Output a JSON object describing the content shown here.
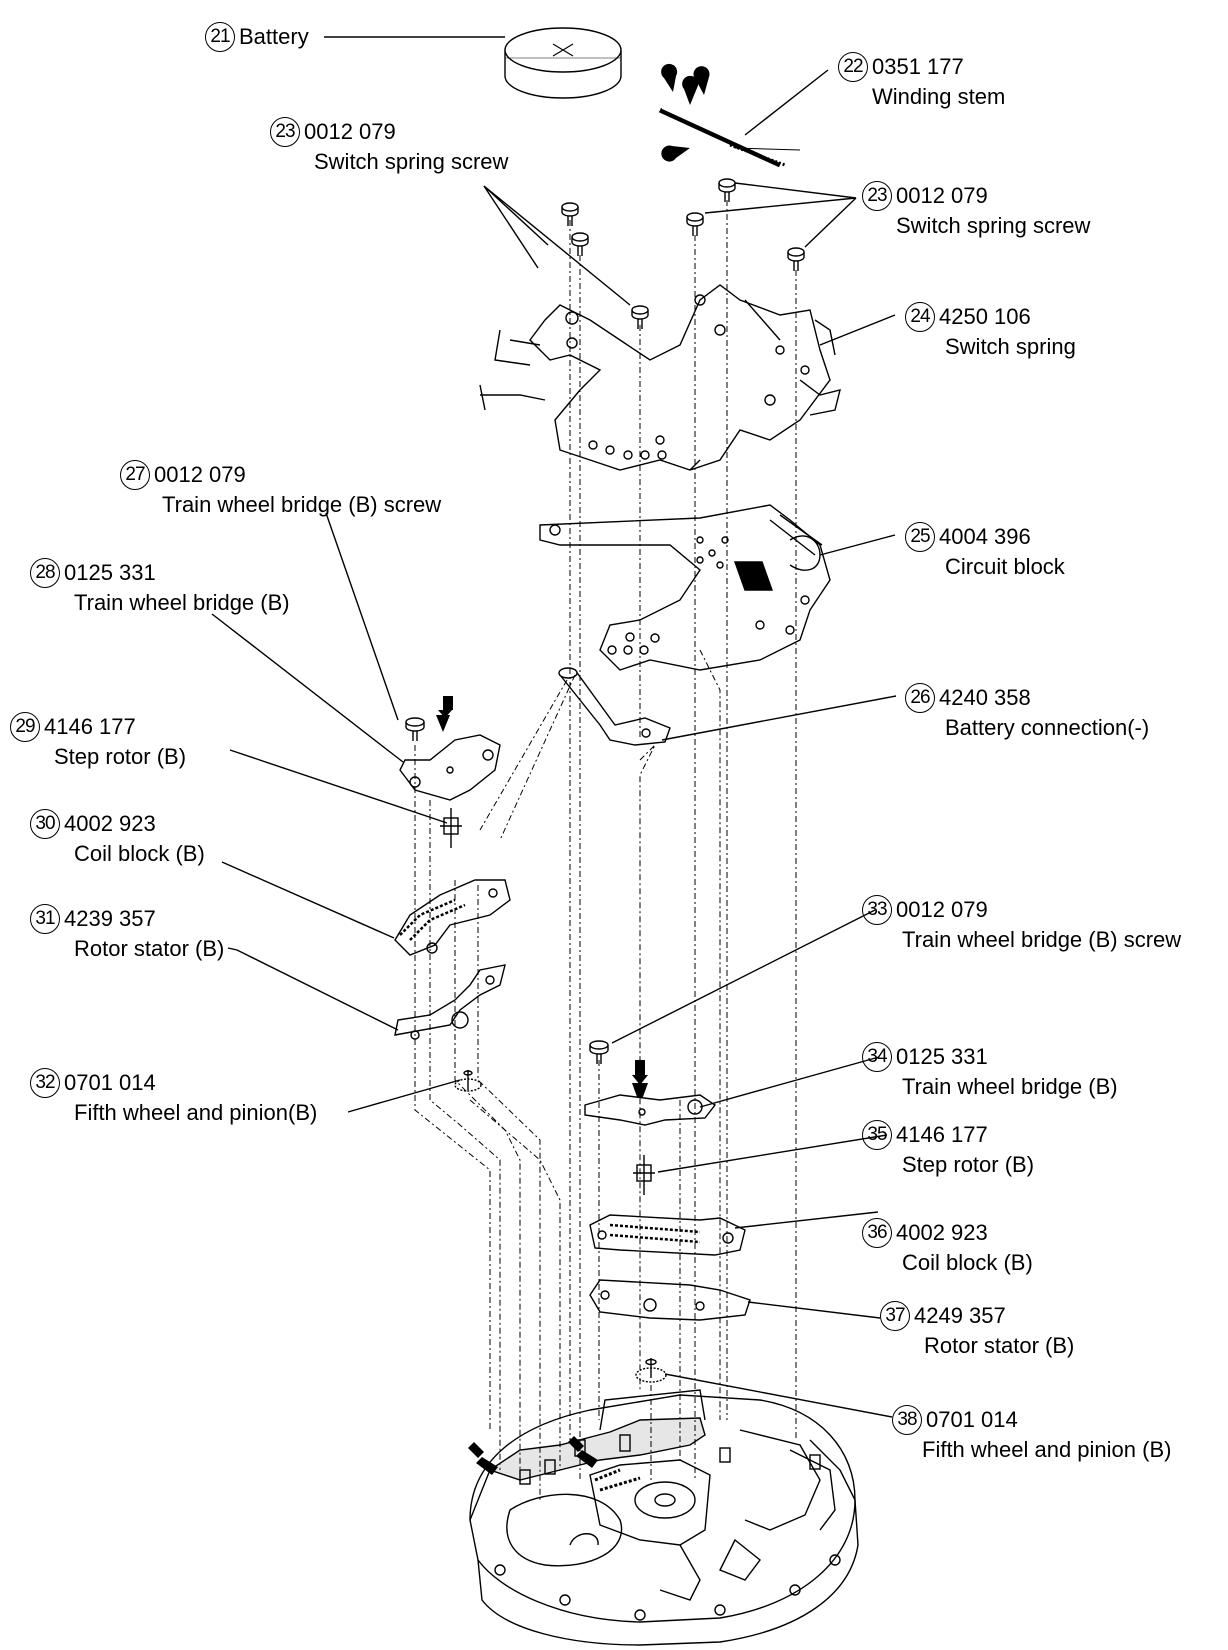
{
  "diagram": {
    "parts": [
      {
        "id": "p21",
        "num": "21",
        "code": "",
        "name": "Battery"
      },
      {
        "id": "p22",
        "num": "22",
        "code": "0351 177",
        "name": "Winding stem"
      },
      {
        "id": "p23a",
        "num": "23",
        "code": "0012 079",
        "name": "Switch spring screw"
      },
      {
        "id": "p23b",
        "num": "23",
        "code": "0012 079",
        "name": "Switch spring screw"
      },
      {
        "id": "p24",
        "num": "24",
        "code": "4250 106",
        "name": "Switch spring"
      },
      {
        "id": "p25",
        "num": "25",
        "code": "4004 396",
        "name": "Circuit block"
      },
      {
        "id": "p26",
        "num": "26",
        "code": "4240 358",
        "name": "Battery connection(-)"
      },
      {
        "id": "p27",
        "num": "27",
        "code": "0012 079",
        "name": "Train wheel bridge (B) screw"
      },
      {
        "id": "p28",
        "num": "28",
        "code": "0125 331",
        "name": "Train wheel bridge (B)"
      },
      {
        "id": "p29",
        "num": "29",
        "code": "4146 177",
        "name": "Step rotor (B)"
      },
      {
        "id": "p30",
        "num": "30",
        "code": "4002 923",
        "name": "Coil block (B)"
      },
      {
        "id": "p31",
        "num": "31",
        "code": "4239 357",
        "name": "Rotor stator (B)"
      },
      {
        "id": "p32",
        "num": "32",
        "code": "0701 014",
        "name": "Fifth wheel and pinion(B)"
      },
      {
        "id": "p33",
        "num": "33",
        "code": "0012 079",
        "name": "Train wheel bridge (B) screw"
      },
      {
        "id": "p34",
        "num": "34",
        "code": "0125 331",
        "name": "Train wheel bridge (B)"
      },
      {
        "id": "p35",
        "num": "35",
        "code": "4146 177",
        "name": "Step rotor (B)"
      },
      {
        "id": "p36",
        "num": "36",
        "code": "4002 923",
        "name": "Coil block (B)"
      },
      {
        "id": "p37",
        "num": "37",
        "code": "4249 357",
        "name": "Rotor stator (B)"
      },
      {
        "id": "p38",
        "num": "38",
        "code": "0701 014",
        "name": "Fifth wheel and pinion (B)"
      }
    ],
    "colors": {
      "ink": "#000000",
      "background": "#ffffff",
      "shade": "#e6e6e6"
    }
  }
}
